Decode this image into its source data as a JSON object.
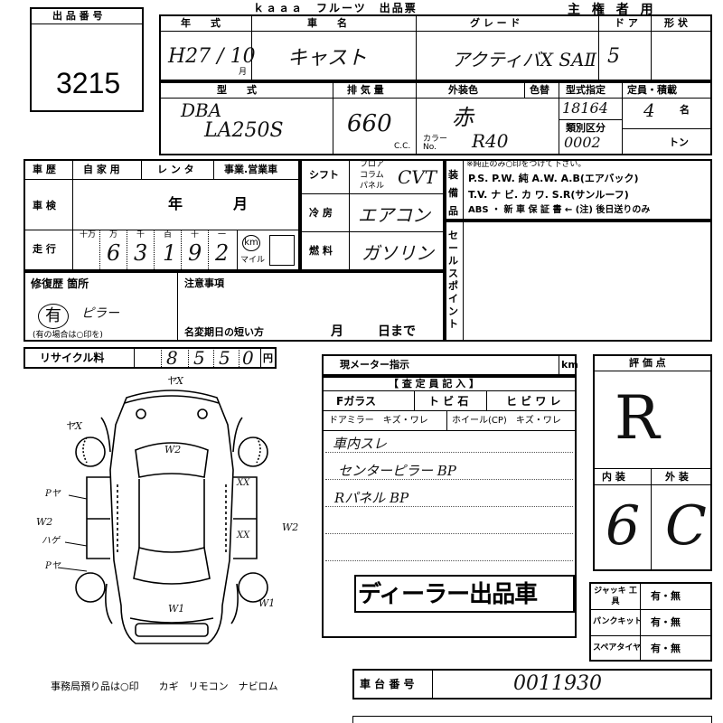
{
  "header": {
    "title": "ｋａａａ　フルーツ　出品票",
    "owner_label": "主 権 者 用"
  },
  "lot": {
    "label": "出 品 番 号",
    "number": "3215"
  },
  "vehicle": {
    "year_label": "年　　式",
    "name_label": "車　　名",
    "grade_label": "グ レ ー ド",
    "doors_label": "ド ア",
    "shape_label": "形 状",
    "year_value": "H27 / 10",
    "month_suffix": "月",
    "name_value": "キャスト",
    "grade_value": "アクティバX SAⅡ",
    "doors_value": "5",
    "model_label": "型　　式",
    "displacement_label": "排 気 量",
    "ext_color_label": "外装色",
    "color_no_label": "色替",
    "type_spec_label": "型式指定",
    "capacity_label": "定員・積載",
    "model_value_1": "DBA",
    "model_value_2": "LA250S",
    "displacement_value": "660",
    "cc_unit": "C.C.",
    "color_value": "赤",
    "color_code_label": "カラー No.",
    "color_code_value": "R40",
    "type_spec_value": "18164",
    "category_label": "類別区分",
    "category_value": "0002",
    "capacity_value": "4",
    "capacity_unit": "名",
    "load_unit": "トン"
  },
  "history": {
    "history_label": "車 歴",
    "private_label": "自 家 用",
    "rental_label": "レ ン タ",
    "business_label": "事業.営業車",
    "inspection_label": "車 検",
    "year_unit": "年",
    "month_unit": "月",
    "mileage_label": "走 行",
    "digit_labels": [
      "十万",
      "万",
      "千",
      "百",
      "十",
      "一"
    ],
    "mileage_digits": [
      "6",
      "3",
      "1",
      "9",
      "2"
    ],
    "km_unit": "km",
    "mile_unit": "マイル"
  },
  "shift": {
    "label": "シフト",
    "floor": "フロア",
    "column": "コラム",
    "panel": "パネル",
    "value": "CVT"
  },
  "ac": {
    "label": "冷 房",
    "value": "エアコン"
  },
  "fuel": {
    "label": "燃 料",
    "value": "ガソリン"
  },
  "equipment": {
    "label": "装備品",
    "note": "※純正のみ○印をつけて下さい。",
    "line1": "P.S.  P.W.  純 A.W.  A.B(エアバック)",
    "line2": "T.V.  ナ ビ.  カ ワ.  S.R(サンルーフ)",
    "line3": "ABS ・ 新 車 保 証 書 ← (注) 後日送りのみ"
  },
  "sales_point": {
    "label": "セールスポイント"
  },
  "repair": {
    "label": "修復歴 箇所",
    "has_label": "有",
    "part": "ピラー",
    "note": "(有の場合は○印を)"
  },
  "notes": {
    "label": "注意事項",
    "deadline_label": "名変期日の短い方",
    "month_label": "月",
    "day_label": "日まで"
  },
  "recycle": {
    "label": "リサイクル料",
    "digits": [
      "8",
      "5",
      "5",
      "0"
    ],
    "unit": "円"
  },
  "meter": {
    "label": "現メーター指示",
    "unit": "km"
  },
  "inspector": {
    "header": "【 査 定 員 記 入 】",
    "fglass_label": "Fガラス",
    "fglass_marks": "ト ビ 石",
    "fglass_crack": "ヒ ビ ワ レ",
    "mirror_label": "ドアミラー　キズ・ワレ",
    "wheel_label": "ホイール(CP)　キズ・ワレ",
    "note1": "車内スレ",
    "note2": "センターピラー BP",
    "note3": "Rパネル BP",
    "stamp": "ディーラー出品車"
  },
  "rating": {
    "label": "評 価 点",
    "value": "R",
    "interior_label": "内 装",
    "exterior_label": "外 装",
    "interior_value": "6",
    "exterior_value": "C"
  },
  "tools": [
    {
      "label": "ジャッキ 工 具",
      "value": "有・無"
    },
    {
      "label": "パンクキット",
      "value": "有・無"
    },
    {
      "label": "スペアタイヤ",
      "value": "有・無"
    }
  ],
  "diagram": {
    "marks": [
      "ヤX",
      "ヤX",
      "W2",
      "XX",
      "XX",
      "W2",
      "W2",
      "Pヤ",
      "ハゲ",
      "Pヤ",
      "W1",
      "W1"
    ]
  },
  "office": {
    "note": "事務局預り品は○印　　カギ　リモコン　ナビロム"
  },
  "chassis": {
    "label": "車 台 番 号",
    "value": "0011930"
  }
}
